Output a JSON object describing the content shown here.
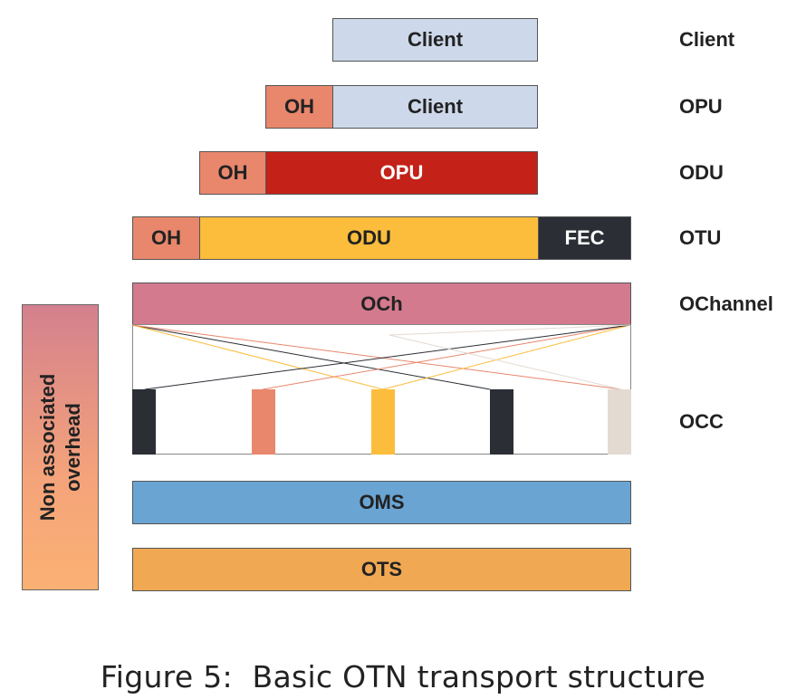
{
  "rows": {
    "client": {
      "client_label": "Client",
      "side_label": "Client"
    },
    "opu": {
      "oh_label": "OH",
      "client_label": "Client",
      "side_label": "OPU"
    },
    "odu": {
      "oh_label": "OH",
      "opu_label": "OPU",
      "side_label": "ODU"
    },
    "otu": {
      "oh_label": "OH",
      "odu_label": "ODU",
      "fec_label": "FEC",
      "side_label": "OTU"
    },
    "och": {
      "label": "OCh",
      "side_label": "OChannel"
    },
    "occ": {
      "side_label": "OCC"
    },
    "oms": {
      "label": "OMS"
    },
    "ots": {
      "label": "OTS"
    }
  },
  "side_panel": {
    "line1": "Non associated",
    "line2": "overhead"
  },
  "caption": "Figure 5:  Basic OTN transport structure",
  "colors": {
    "client": "#cdd8ea",
    "oh": "#e8876c",
    "opu": "#c42218",
    "odu": "#fbbd3b",
    "fec": "#2b2e35",
    "och": "#d37a8e",
    "oms": "#6aa4d3",
    "ots": "#f0a853",
    "occ_slots": [
      "#2b2e35",
      "#e8876c",
      "#fbbd3b",
      "#2b2e35",
      "#e3dad2"
    ]
  }
}
